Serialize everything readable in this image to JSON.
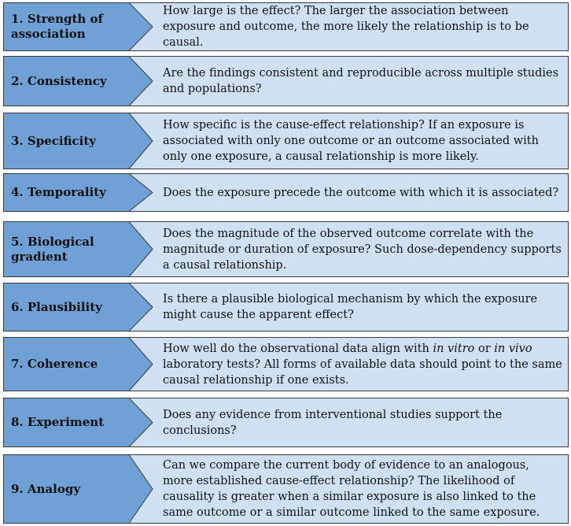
{
  "colors": {
    "arrow_fill": "#6fa0d6",
    "box_fill": "#cfe0f3",
    "stroke": "#3a3a3a"
  },
  "criteria": [
    {
      "label": "1. Strength of association",
      "label_lines": [
        "1. Strength of",
        "association"
      ],
      "desc_parts": [
        {
          "t": "How large is the effect? The larger the association between exposure and outcome, the more likely the relationship is to be causal."
        }
      ]
    },
    {
      "label": "2. Consistency",
      "label_lines": [
        "2. Consistency"
      ],
      "desc_parts": [
        {
          "t": "Are the findings consistent and reproducible across multiple studies and populations?"
        }
      ]
    },
    {
      "label": "3. Specificity",
      "label_lines": [
        "3. Specificity"
      ],
      "desc_parts": [
        {
          "t": "How specific is the cause-effect relationship? If an exposure is associated with only one outcome or an outcome associated with only one exposure, a causal relationship is more likely."
        }
      ]
    },
    {
      "label": "4. Temporality",
      "label_lines": [
        "4. Temporality"
      ],
      "desc_parts": [
        {
          "t": "Does the exposure precede the outcome with which it is associated?"
        }
      ]
    },
    {
      "label": "5. Biological gradient",
      "label_lines": [
        "5. Biological",
        "gradient"
      ],
      "desc_parts": [
        {
          "t": "Does the magnitude of the observed outcome correlate with the magnitude or duration of exposure? Such dose-dependency supports a causal relationship."
        }
      ]
    },
    {
      "label": "6. Plausibility",
      "label_lines": [
        "6. Plausibility"
      ],
      "desc_parts": [
        {
          "t": "Is there a plausible biological mechanism by which the exposure might cause the apparent effect?"
        }
      ]
    },
    {
      "label": "7. Coherence",
      "label_lines": [
        "7. Coherence"
      ],
      "desc_parts": [
        {
          "t": "How well do the observational data align with "
        },
        {
          "t": "in vitro",
          "i": true
        },
        {
          "t": " or "
        },
        {
          "t": "in vivo",
          "i": true
        },
        {
          "t": " laboratory tests? All forms of available data should point to the same causal relationship if one exists."
        }
      ]
    },
    {
      "label": "8. Experiment",
      "label_lines": [
        "8. Experiment"
      ],
      "desc_parts": [
        {
          "t": "Does any evidence from interventional studies support the conclusions?"
        }
      ]
    },
    {
      "label": "9. Analogy",
      "label_lines": [
        "9. Analogy"
      ],
      "desc_parts": [
        {
          "t": "Can we compare the current body of evidence to an analogous, more established cause-effect relationship?  The likelihood of causality is greater when a similar exposure is also linked to the same outcome or a similar outcome linked to the same exposure."
        }
      ]
    }
  ]
}
